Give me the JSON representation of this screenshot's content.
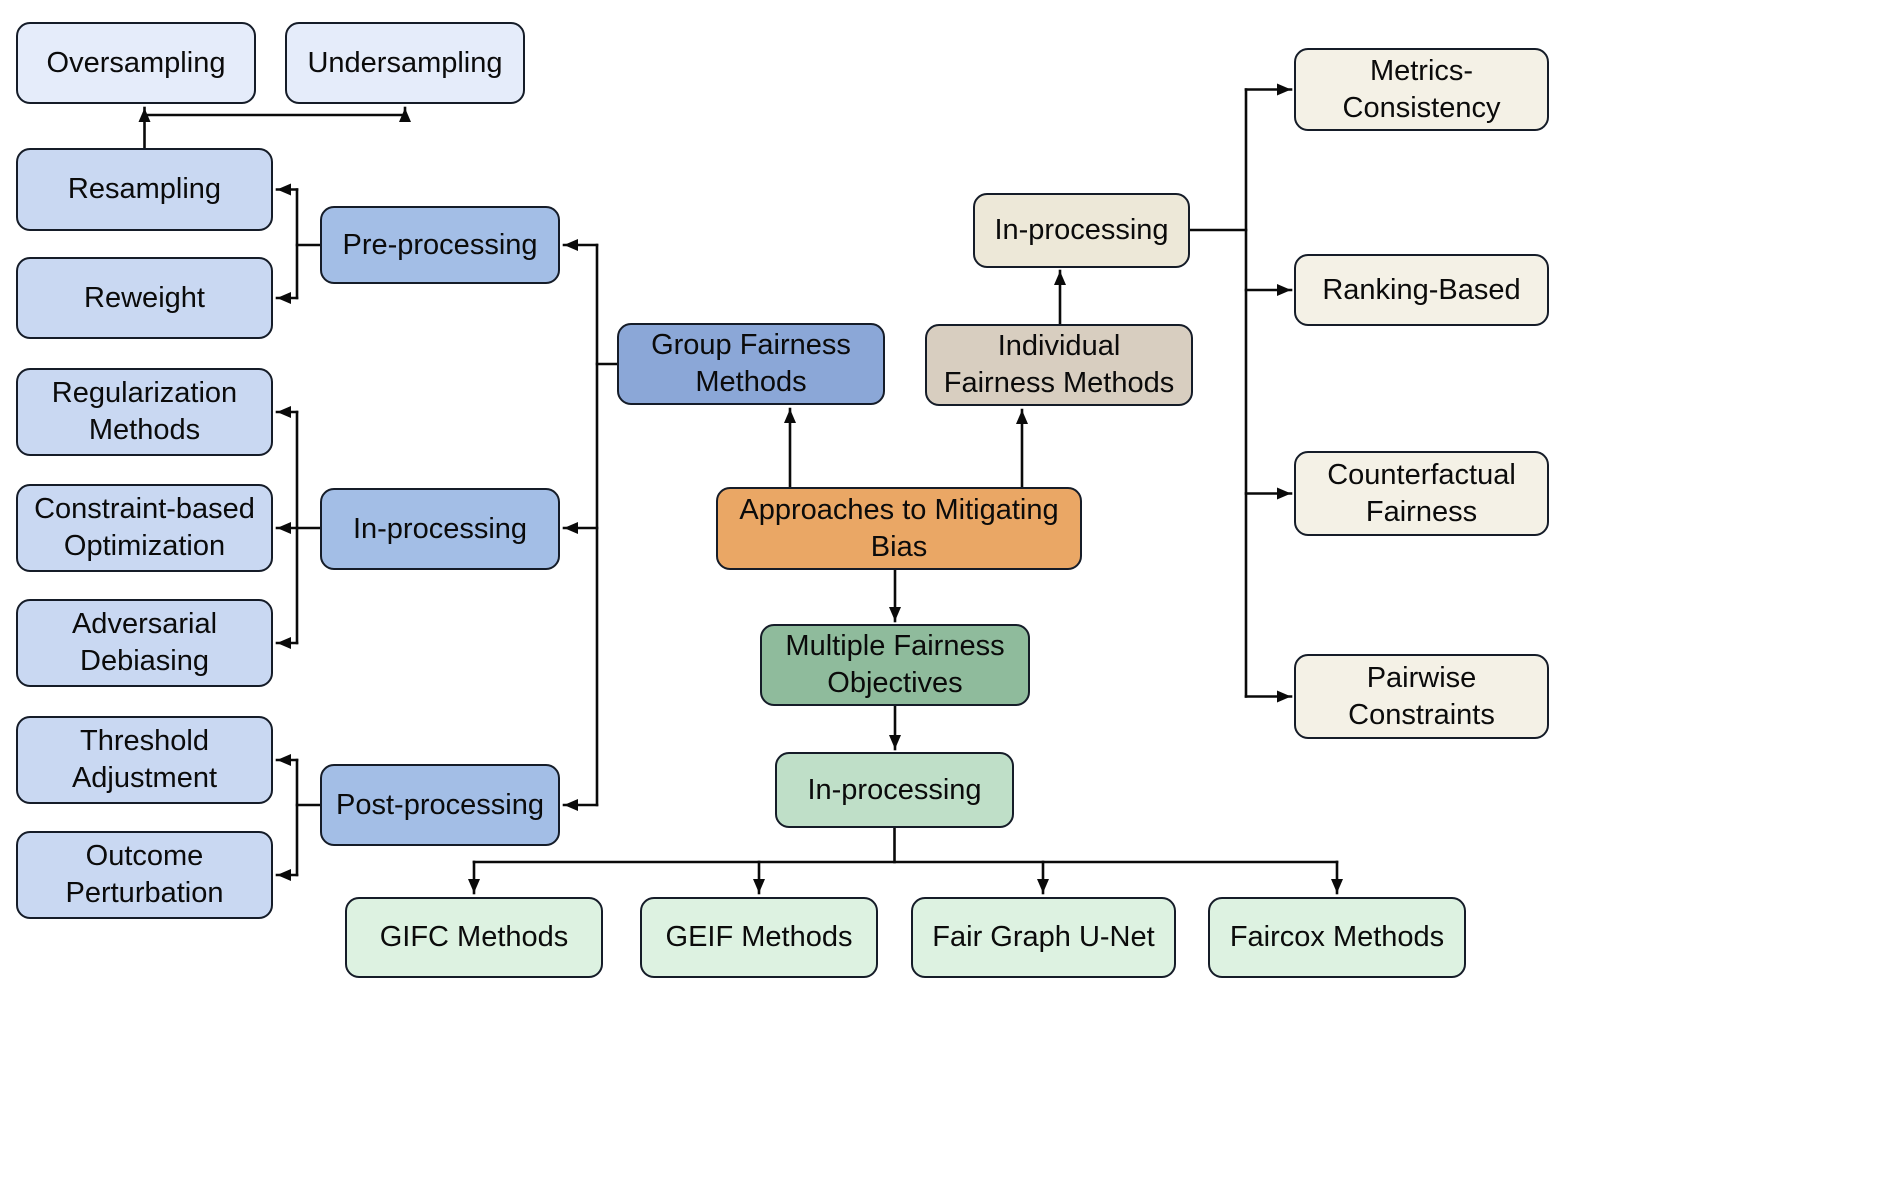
{
  "diagram_title": "Approaches to Mitigating Bias",
  "nodes": {
    "oversampling": {
      "label": "Oversampling"
    },
    "undersampling": {
      "label": "Undersampling"
    },
    "resampling": {
      "label": "Resampling"
    },
    "reweight": {
      "label": "Reweight"
    },
    "pre_processing": {
      "label": "Pre-processing"
    },
    "regularization_methods": {
      "label": "Regularization Methods"
    },
    "constraint_based_optimization": {
      "label": "Constraint-based Optimization"
    },
    "adversarial_debiasing": {
      "label": "Adversarial Debiasing"
    },
    "in_processing_group": {
      "label": "In-processing"
    },
    "threshold_adjustment": {
      "label": "Threshold Adjustment"
    },
    "outcome_perturbation": {
      "label": "Outcome Perturbation"
    },
    "post_processing": {
      "label": "Post-processing"
    },
    "group_fairness_methods": {
      "label": "Group Fairness Methods"
    },
    "individual_fairness_methods": {
      "label": "Individual Fairness Methods"
    },
    "approaches_root": {
      "label": "Approaches to Mitigating Bias"
    },
    "multiple_fairness_objectives": {
      "label": "Multiple Fairness Objectives"
    },
    "in_processing_individual": {
      "label": "In-processing"
    },
    "metrics_consistency": {
      "label": "Metrics-Consistency"
    },
    "ranking_based": {
      "label": "Ranking-Based"
    },
    "counterfactual_fairness": {
      "label": "Counterfactual Fairness"
    },
    "pairwise_constraints": {
      "label": "Pairwise Constraints"
    },
    "in_processing_multiple": {
      "label": "In-processing"
    },
    "gifc_methods": {
      "label": "GIFC Methods"
    },
    "geif_methods": {
      "label": "GEIF Methods"
    },
    "fair_graph_unet": {
      "label": "Fair Graph U-Net"
    },
    "faircox_methods": {
      "label": "Faircox Methods"
    }
  },
  "colors": {
    "background": "#FFFFFF",
    "root_orange": "#EAA765",
    "group_blue": "#8BA7D7",
    "process_blue": "#A3BEE6",
    "leaf_blue": "#C9D8F2",
    "pale_blue": "#E5ECFA",
    "individual_tan": "#D8CEC0",
    "cream": "#EDE8D8",
    "pale_cream": "#F4F1E6",
    "objectives_green": "#8FBB9C",
    "mid_green": "#BFDFC8",
    "pale_green": "#DDF2E1",
    "border": "#151C28",
    "arrow": "#0A0A0A"
  }
}
